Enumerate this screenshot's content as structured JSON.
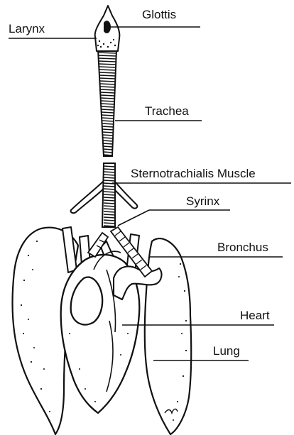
{
  "labels": {
    "glottis": "Glottis",
    "larynx": "Larynx",
    "trachea": "Trachea",
    "sternotrachialis": "Sternotrachialis Muscle",
    "syrinx": "Syrinx",
    "bronchus": "Bronchus",
    "heart": "Heart",
    "lung": "Lung"
  },
  "colors": {
    "ink": "#111111",
    "background": "#ffffff"
  }
}
